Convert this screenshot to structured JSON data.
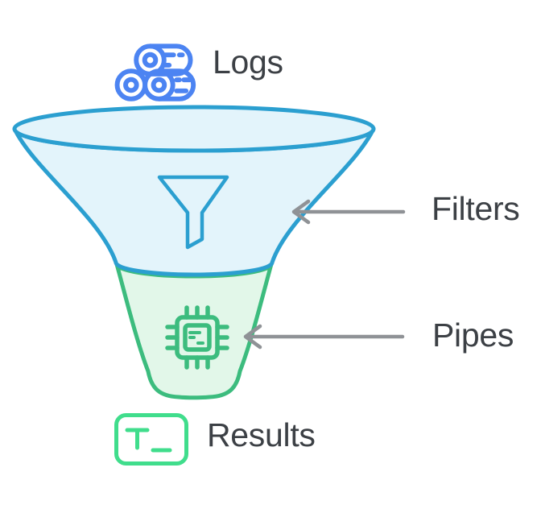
{
  "canvas": {
    "background": "#ffffff"
  },
  "labels": {
    "logs": "Logs",
    "filters": "Filters",
    "pipes": "Pipes",
    "results": "Results"
  },
  "colors": {
    "funnel_top_stroke": "#2b9fd0",
    "funnel_top_fill": "#e3f4fb",
    "funnel_bottom_stroke": "#3cbc7e",
    "funnel_bottom_fill": "#e2f7e9",
    "logs_icon": "#4c84f2",
    "filter_icon": "#2b9fd0",
    "chip_icon": "#3cbc7e",
    "terminal_icon": "#40dd8c",
    "arrow": "#8f9296",
    "label_text": "#3c4045"
  },
  "icons": {
    "logs": "logs-icon",
    "filter": "funnel-filter-icon",
    "chip": "chip-icon",
    "terminal": "terminal-text-icon"
  }
}
